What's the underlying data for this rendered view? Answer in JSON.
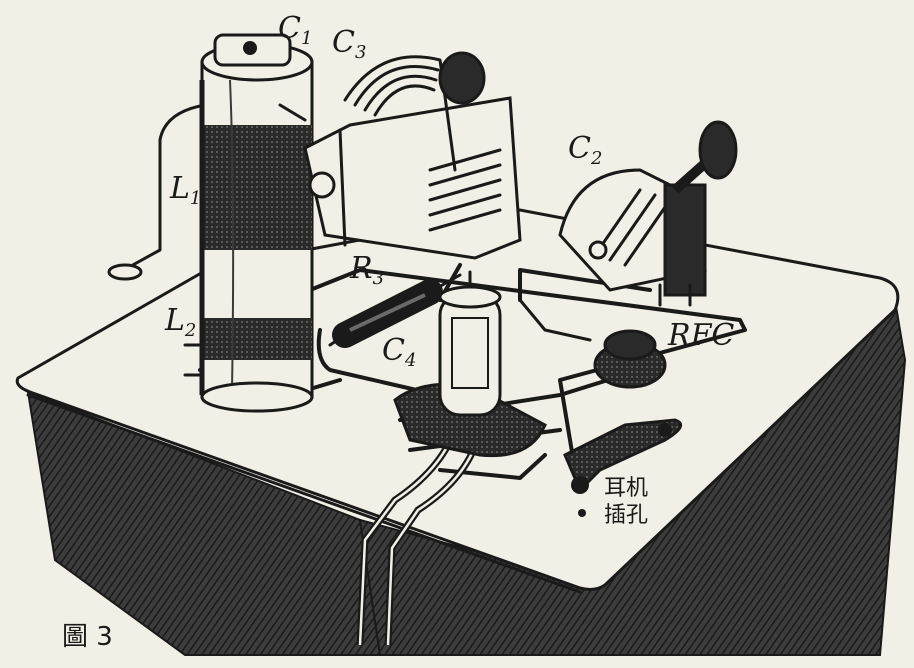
{
  "labels": {
    "c1": "C",
    "c1_sub": "1",
    "c3": "C",
    "c3_sub": "3",
    "c2": "C",
    "c2_sub": "2",
    "l1": "L",
    "l1_sub": "1",
    "l2": "L",
    "l2_sub": "2",
    "r3": "R",
    "r3_sub": "3",
    "c4": "C",
    "c4_sub": "4",
    "rfc": "RFC",
    "jack_line1": "耳机",
    "jack_line2": "插孔"
  },
  "caption": "圖 3",
  "colors": {
    "paper": "#f2efe6",
    "ink": "#1a1a1a",
    "shade": "#3a3a3a"
  }
}
